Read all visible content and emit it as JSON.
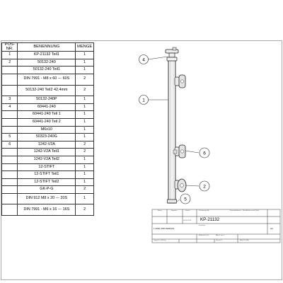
{
  "parts_list": {
    "headers": [
      "POS-NR.",
      "BENENNUNG",
      "MENGE"
    ],
    "rows": [
      {
        "pos": "1",
        "name": "KP-21132 Teil1",
        "qty": "1",
        "tall": false
      },
      {
        "pos": "2",
        "name": "50132-240",
        "qty": "1",
        "tall": false
      },
      {
        "pos": "",
        "name": "50132-240 Teil1",
        "qty": "1",
        "tall": false
      },
      {
        "pos": "",
        "name": "DIN 7991 - M8 x 60 --- 60S",
        "qty": "2",
        "tall": true
      },
      {
        "pos": "",
        "name": "50132-240 Teil2 42,4mm",
        "qty": "2",
        "tall": true
      },
      {
        "pos": "3",
        "name": "50132-240P",
        "qty": "1",
        "tall": false
      },
      {
        "pos": "4",
        "name": "60441-240",
        "qty": "1",
        "tall": false
      },
      {
        "pos": "",
        "name": "60441-240 Teil 1",
        "qty": "1",
        "tall": false
      },
      {
        "pos": "",
        "name": "60441-240 Teil 2",
        "qty": "1",
        "tall": false
      },
      {
        "pos": "",
        "name": "M6x10",
        "qty": "1",
        "tall": false
      },
      {
        "pos": "5",
        "name": "50323-240G",
        "qty": "1",
        "tall": false
      },
      {
        "pos": "6",
        "name": "1242-V2A",
        "qty": "2",
        "tall": false
      },
      {
        "pos": "",
        "name": "1242-V2A Teil1",
        "qty": "2",
        "tall": false
      },
      {
        "pos": "",
        "name": "1242-V2A Teil2",
        "qty": "1",
        "tall": false
      },
      {
        "pos": "",
        "name": "12-STIFT",
        "qty": "1",
        "tall": false
      },
      {
        "pos": "",
        "name": "12-STIFT Teil1",
        "qty": "1",
        "tall": false
      },
      {
        "pos": "",
        "name": "12-STIFT Teil2",
        "qty": "1",
        "tall": false
      },
      {
        "pos": "",
        "name": "GK-P-G",
        "qty": "2",
        "tall": false
      },
      {
        "pos": "",
        "name": "DIN 912 M8 x 20 --- 20S",
        "qty": "1",
        "tall": true
      },
      {
        "pos": "",
        "name": "DIN 7991 - M6 x 16 --- 16S",
        "qty": "2",
        "tall": true
      }
    ]
  },
  "balloons": [
    {
      "label": "4"
    },
    {
      "label": "1"
    },
    {
      "label": "6"
    },
    {
      "label": "2"
    },
    {
      "label": "5"
    }
  ],
  "title_block": {
    "drawing_number": "KP-21132",
    "sheet_size": "A4",
    "material": "1.4301 (X5CrNi18-10)",
    "scale_label": "Maßstab 1:4,5",
    "sheet_label": "Blatt 1 von 1",
    "field_labels": [
      "Name",
      "Signatur",
      "Datum"
    ],
    "hint": "Stückliste",
    "date": "08.03.2018",
    "weight": "Gewicht: 2.934 kg",
    "version": "Version 1",
    "sheet_ref": "Blatt 1/1 (A4)",
    "drawn_by": "Zeichnungs-Nr.",
    "tolerance": "Freimaßtoleranz · Oberflächen nach Wahl"
  }
}
